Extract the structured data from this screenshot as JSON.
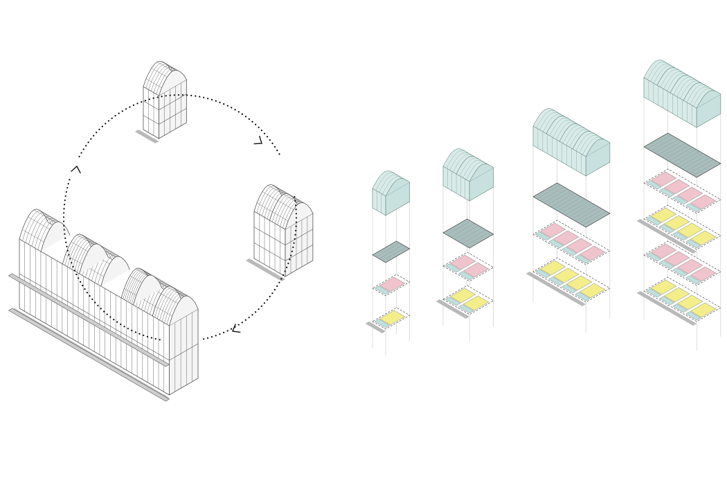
{
  "diagram": {
    "type": "isometric-architecture-diagram",
    "labels": [],
    "cycle": {
      "stages": [
        "single-module",
        "double-module",
        "row-block"
      ],
      "arrow_count": 3,
      "direction": "clockwise"
    },
    "exploded_stacks": [
      {
        "modules": 1,
        "floor_plates": 3
      },
      {
        "modules": 2,
        "floor_plates": 3
      },
      {
        "modules": 4,
        "floor_plates": 3
      },
      {
        "modules": 4,
        "floor_plates": 5
      }
    ],
    "colors": {
      "line": "#555555",
      "roof_fill": "#d9ebe8",
      "roof_stroke": "#6f8f8b",
      "plate_grey": "#a9bdbc",
      "plate_pink": "#f0c4cc",
      "plate_yellow": "#f3ee8a",
      "plate_teal": "#bfe0dd",
      "base_shadow": "#b9b9b9",
      "arrow": "#111111"
    }
  }
}
